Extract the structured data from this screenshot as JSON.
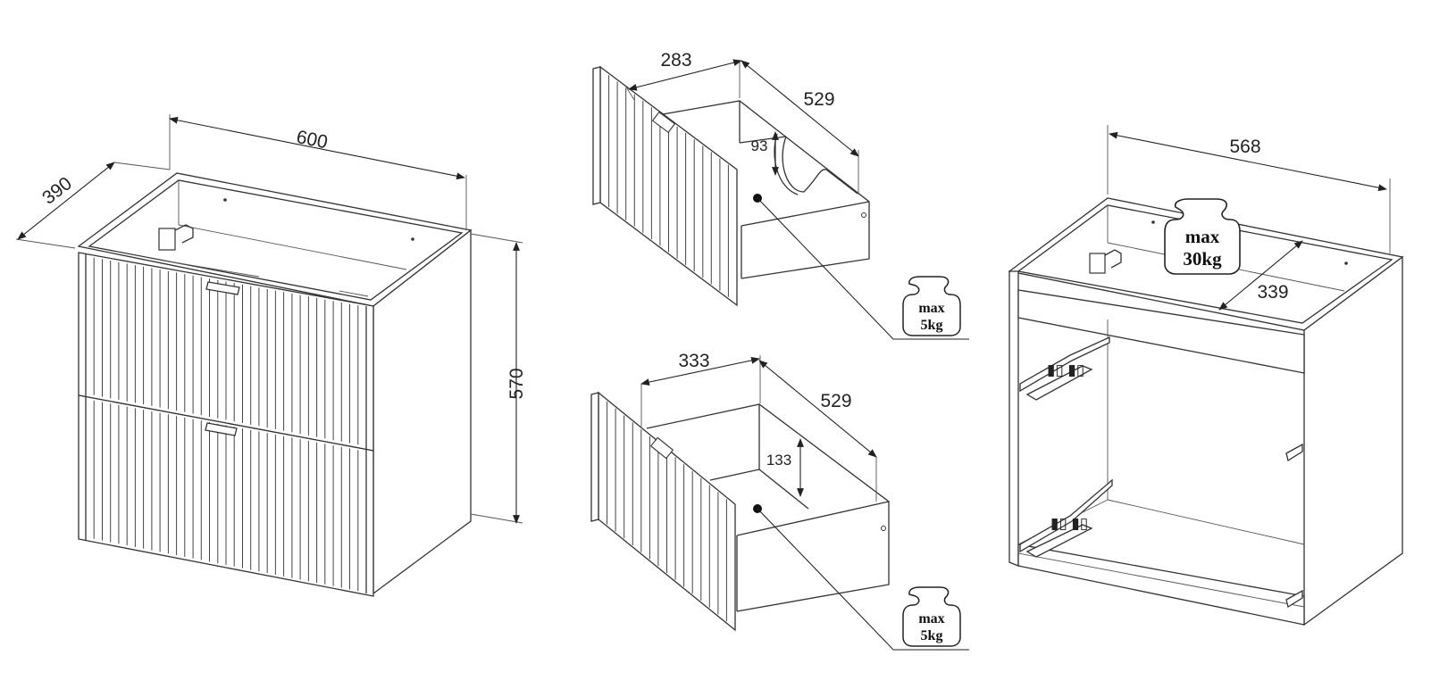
{
  "cabinet_front": {
    "width_label": "600",
    "depth_label": "390",
    "height_label": "570"
  },
  "top_drawer": {
    "front_height_label": "283",
    "depth_label": "529",
    "inner_height_label": "93",
    "weight": {
      "line1": "max",
      "line2": "5kg"
    }
  },
  "bottom_drawer": {
    "front_height_label": "333",
    "depth_label": "529",
    "inner_height_label": "133",
    "weight": {
      "line1": "max",
      "line2": "5kg"
    }
  },
  "cabinet_open": {
    "width_label": "568",
    "depth_label": "339",
    "weight": {
      "line1": "max",
      "line2": "30kg"
    }
  }
}
